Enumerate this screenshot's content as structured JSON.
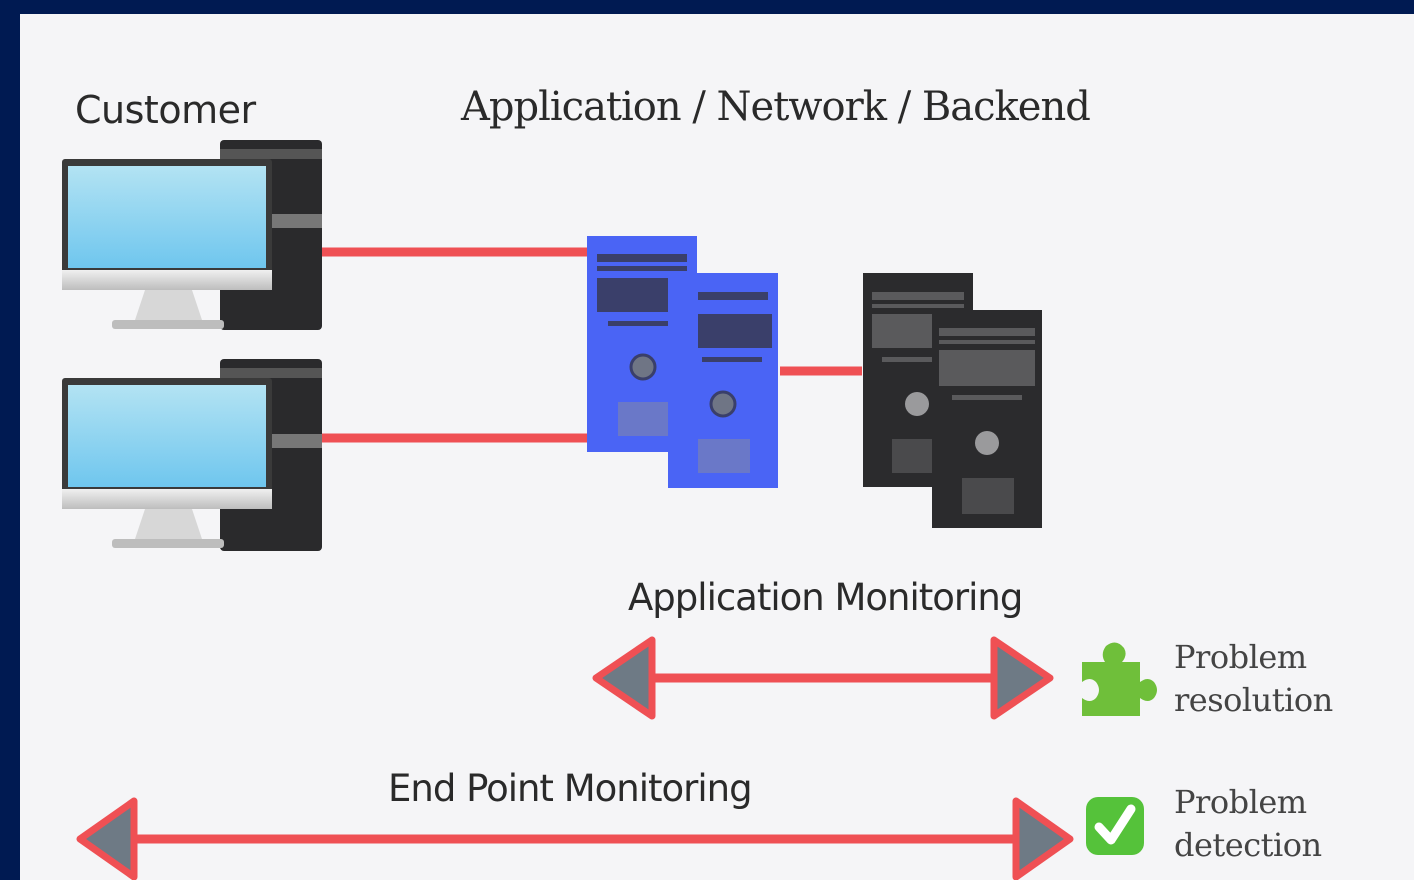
{
  "labels": {
    "customer": "Customer",
    "backend": "Application / Network / Backend",
    "app_monitoring": "Application Monitoring",
    "endpoint_monitoring": "End Point Monitoring",
    "resolution_line1": "Problem",
    "resolution_line2": "resolution",
    "detection_line1": "Problem",
    "detection_line2": "detection"
  },
  "colors": {
    "page_frame": "#001a52",
    "canvas": "#f5f5f7",
    "connector": "#ef5054",
    "app_server": "#4a64f5",
    "backend_server": "#2b2b2d",
    "monitor_screen": "#8fd5f0",
    "puzzle": "#6fbf3a",
    "checkmark_box": "#55c23a",
    "arrow_head": "#6e7a85"
  },
  "icons": {
    "resolution": "puzzle-icon",
    "detection": "checkmark-icon"
  }
}
